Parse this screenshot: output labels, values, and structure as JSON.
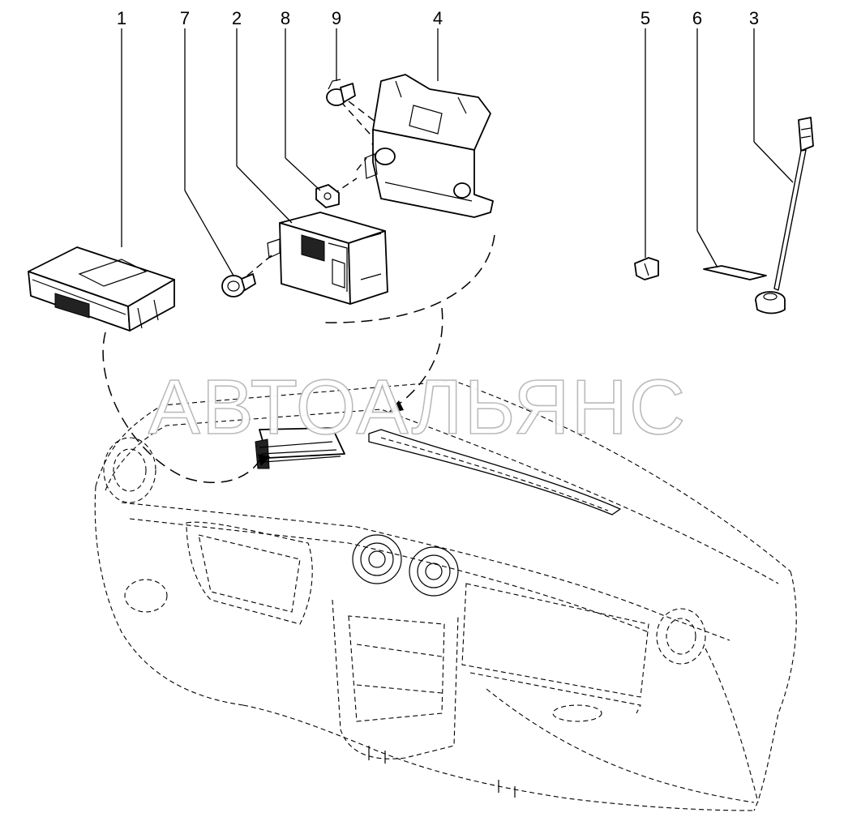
{
  "callouts": [
    {
      "id": "1",
      "label": "1"
    },
    {
      "id": "7",
      "label": "7"
    },
    {
      "id": "2",
      "label": "2"
    },
    {
      "id": "8",
      "label": "8"
    },
    {
      "id": "9",
      "label": "9"
    },
    {
      "id": "4",
      "label": "4"
    },
    {
      "id": "5",
      "label": "5"
    },
    {
      "id": "6",
      "label": "6"
    },
    {
      "id": "3",
      "label": "3"
    }
  ],
  "watermark": "АВТОАЛЬЯНС",
  "colors": {
    "line": "#000000",
    "background": "#ffffff",
    "watermark_outline": "#b8b8b8"
  }
}
